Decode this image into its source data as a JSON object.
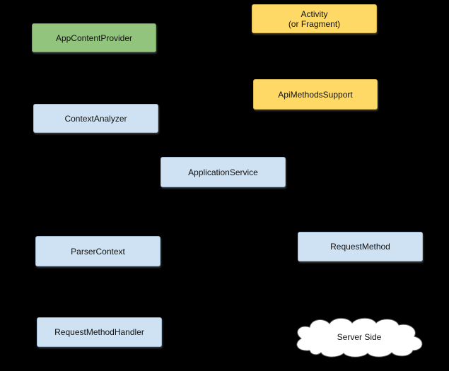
{
  "diagram": {
    "nodes": {
      "activity": {
        "label": "Activity\n(or Fragment)",
        "color": "#ffd966"
      },
      "app_content_provider": {
        "label": "AppContentProvider",
        "color": "#93c47d"
      },
      "api_methods_support": {
        "label": "ApiMethodsSupport",
        "color": "#ffd966"
      },
      "context_analyzer": {
        "label": "ContextAnalyzer",
        "color": "#cfe2f3"
      },
      "application_service": {
        "label": "ApplicationService",
        "color": "#cfe2f3"
      },
      "parser_context": {
        "label": "ParserContext",
        "color": "#cfe2f3"
      },
      "request_method": {
        "label": "RequestMethod",
        "color": "#cfe2f3"
      },
      "request_method_handler": {
        "label": "RequestMethodHandler",
        "color": "#cfe2f3"
      },
      "server_side": {
        "label": "Server Side",
        "color": "#ffffff",
        "shape": "cloud"
      }
    },
    "background_color": "#000000"
  }
}
